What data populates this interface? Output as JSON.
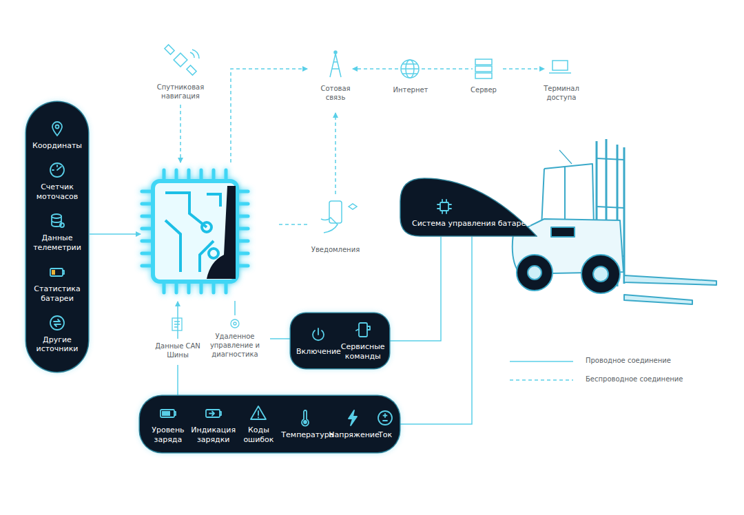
{
  "diagram": {
    "nodes": [
      {
        "text": [
          "Координаты",
          "Счетчик моточасов",
          "Данные телеметрии",
          "Статистика батареи",
          "Другие источники"
        ]
      },
      {
        "text": [
          "Система управления батареи"
        ]
      },
      {
        "text": [
          "Включение",
          "Сервисные команды"
        ]
      },
      {
        "text": [
          "Уровень заряда",
          "Индикация зарядки",
          "Коды ошибок",
          "Температура",
          "Напряжение",
          "Ток"
        ]
      }
    ],
    "edges": [
      {
        "from": 2,
        "to": 1,
        "arrow": "none"
      },
      {
        "from": 3,
        "to": 1,
        "arrow": "none"
      }
    ],
    "labels": [
      "Спутниковая навигация",
      "Сотовая связь",
      "Интернет",
      "Сервер",
      "Терминал доступа",
      "Уведомления",
      "Данные CAN Шины",
      "Удаленное управление и диагностика"
    ],
    "legend": [
      {
        "text": "Проводное соединение"
      },
      {
        "text": "Беспроводное соединение"
      }
    ]
  }
}
